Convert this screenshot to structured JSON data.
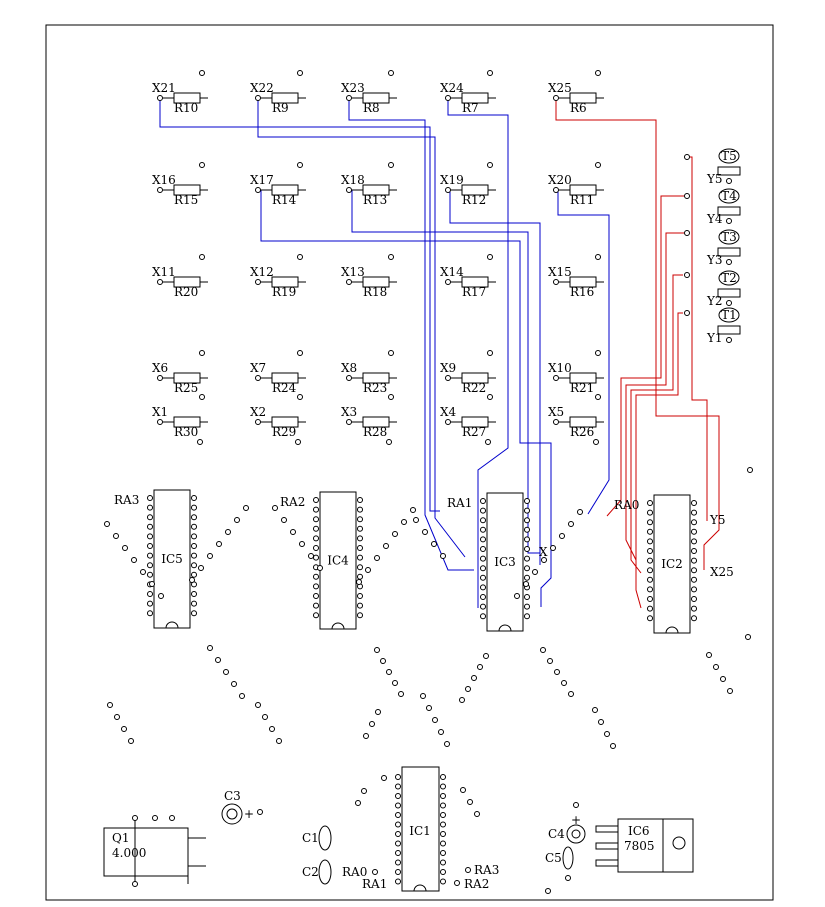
{
  "resistors": [
    {
      "x": "X21",
      "r": "R10"
    },
    {
      "x": "X22",
      "r": "R9"
    },
    {
      "x": "X23",
      "r": "R8"
    },
    {
      "x": "X24",
      "r": "R7"
    },
    {
      "x": "X25",
      "r": "R6"
    },
    {
      "x": "X16",
      "r": "R15"
    },
    {
      "x": "X17",
      "r": "R14"
    },
    {
      "x": "X18",
      "r": "R13"
    },
    {
      "x": "X19",
      "r": "R12"
    },
    {
      "x": "X20",
      "r": "R11"
    },
    {
      "x": "X11",
      "r": "R20"
    },
    {
      "x": "X12",
      "r": "R19"
    },
    {
      "x": "X13",
      "r": "R18"
    },
    {
      "x": "X14",
      "r": "R17"
    },
    {
      "x": "X15",
      "r": "R16"
    },
    {
      "x": "X6",
      "r": "R25"
    },
    {
      "x": "X7",
      "r": "R24"
    },
    {
      "x": "X8",
      "r": "R23"
    },
    {
      "x": "X9",
      "r": "R22"
    },
    {
      "x": "X10",
      "r": "R21"
    },
    {
      "x": "X1",
      "r": "R30"
    },
    {
      "x": "X2",
      "r": "R29"
    },
    {
      "x": "X3",
      "r": "R28"
    },
    {
      "x": "X4",
      "r": "R27"
    },
    {
      "x": "X5",
      "r": "R26"
    }
  ],
  "transistors": [
    {
      "t": "T5",
      "y": "Y5"
    },
    {
      "t": "T4",
      "y": "Y4"
    },
    {
      "t": "T3",
      "y": "Y3"
    },
    {
      "t": "T2",
      "y": "Y2"
    },
    {
      "t": "T1",
      "y": "Y1"
    }
  ],
  "ics": [
    {
      "name": "IC5",
      "ra": "RA3"
    },
    {
      "name": "IC4",
      "ra": "RA2"
    },
    {
      "name": "IC3",
      "ra": "RA1"
    },
    {
      "name": "IC2",
      "ra": "RA0"
    }
  ],
  "ic2_labels": {
    "y5": "Y5",
    "x25": "X25"
  },
  "ic3_label": "X",
  "ic1": {
    "name": "IC1",
    "ra0": "RA0",
    "ra1": "RA1",
    "ra2": "RA2",
    "ra3": "RA3"
  },
  "crystal": {
    "name": "Q1",
    "value": "4.000"
  },
  "capacitors": {
    "c1": "C1",
    "c2": "C2",
    "c3": "C3",
    "c4": "C4",
    "c5": "C5"
  },
  "plus_sign": "+",
  "regulator": {
    "name": "IC6",
    "value": "7805"
  }
}
